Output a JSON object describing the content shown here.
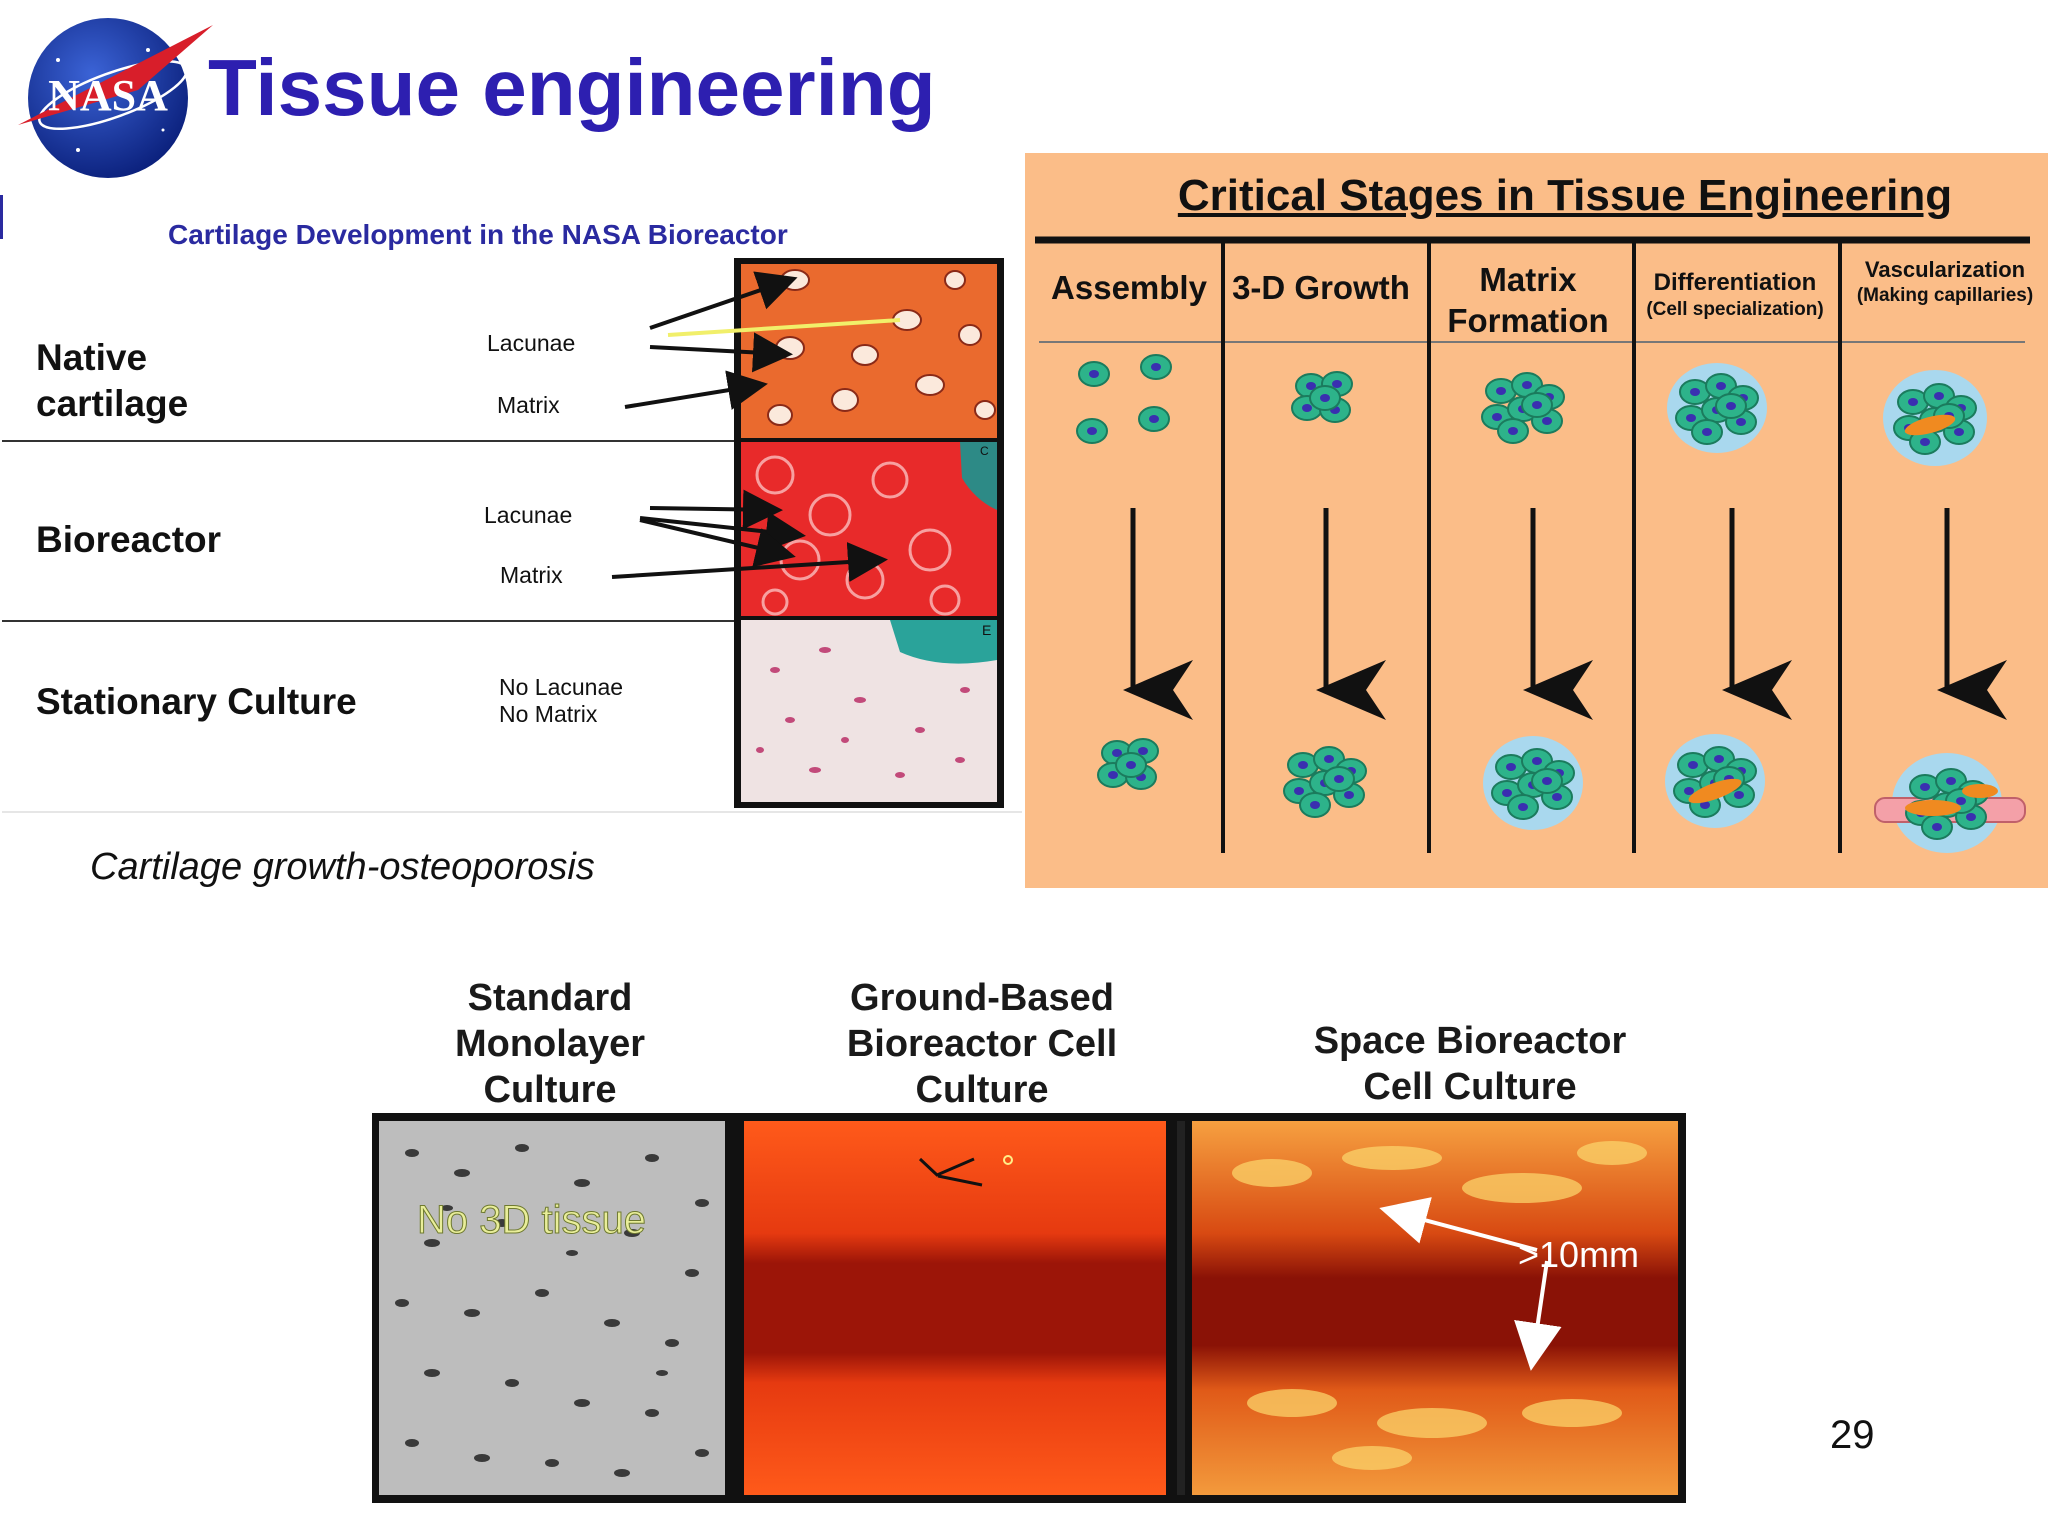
{
  "slide": {
    "title": "Tissue engineering",
    "logo_text": "NASA",
    "page_number": "29"
  },
  "cartilage_panel": {
    "heading": "Cartilage Development in the NASA Bioreactor",
    "rows": [
      {
        "label_line1": "Native",
        "label_line2": "cartilage",
        "note1": "Lacunae",
        "note2": "Matrix"
      },
      {
        "label": "Bioreactor",
        "note1": "Lacunae",
        "note2": "Matrix"
      },
      {
        "label": "Stationary Culture",
        "note1": "No Lacunae",
        "note2": "No Matrix"
      }
    ],
    "caption": "Cartilage growth-osteoporosis"
  },
  "stages_panel": {
    "title": "Critical Stages in Tissue Engineering",
    "columns": [
      {
        "line1": "Assembly",
        "line2": ""
      },
      {
        "line1": "3-D Growth",
        "line2": ""
      },
      {
        "line1": "Matrix",
        "line2": "Formation"
      },
      {
        "line1": "Differentiation",
        "line2": "(Cell specialization)"
      },
      {
        "line1": "Vascularization",
        "line2": "(Making capillaries)"
      }
    ]
  },
  "culture_panel": {
    "columns": [
      {
        "line1": "Standard",
        "line2": "Monolayer",
        "line3": "Culture"
      },
      {
        "line1": "Ground-Based",
        "line2": "Bioreactor Cell",
        "line3": "Culture"
      },
      {
        "line1": "Space Bioreactor",
        "line2": "Cell Culture"
      }
    ],
    "overlay_no3d": "No 3D tissue",
    "overlay_size": ">10mm"
  },
  "colors": {
    "title": "#2d1fb0",
    "stages_background": "#fbbd88",
    "cell_green": "#2db38a",
    "cell_nucleus": "#3a2fb0",
    "matrix_blue": "#a9d8ee",
    "vessel_orange": "#f08a20"
  }
}
